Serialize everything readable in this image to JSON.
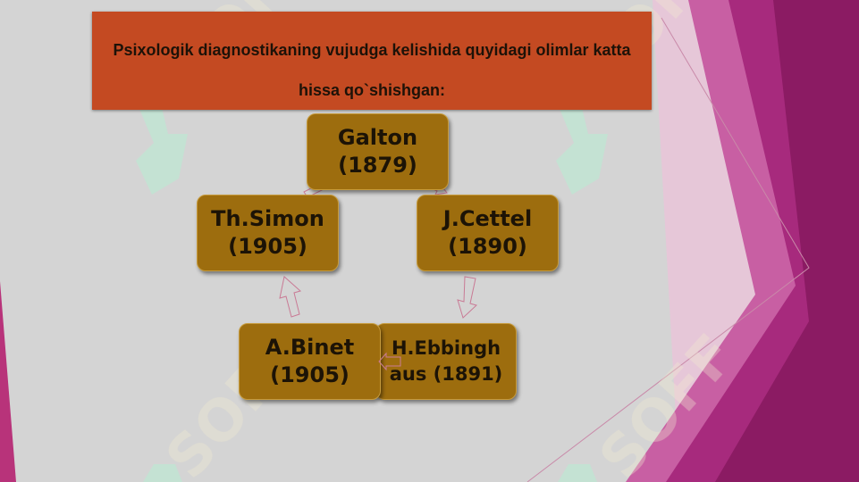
{
  "slide": {
    "title_line1": "Psixologik diagnostikaning vujudga kelishida quyidagi olimlar katta",
    "title_line2": "hissa qo`shishgan:"
  },
  "nodes": [
    {
      "name": "Galton",
      "year": "(1879)"
    },
    {
      "name": "J.Cettel",
      "year": "(1890)"
    },
    {
      "name": "H.Ebbingh",
      "year": "aus (1891)"
    },
    {
      "name": "A.Binet",
      "year": "(1905)"
    },
    {
      "name": "Th.Simon",
      "year": "(1905)"
    }
  ],
  "watermark": {
    "text": "SOFF"
  },
  "colors": {
    "background": "#d4d4d4",
    "title_box": "#c44a22",
    "node_fill": "#9d6d0e",
    "accent_magenta": "#b8337a",
    "arrow_outline": "#c97a95"
  }
}
